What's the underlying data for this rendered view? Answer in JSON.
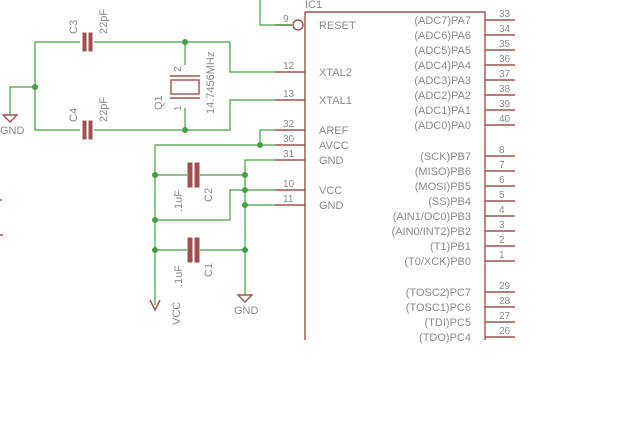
{
  "ic": {
    "name": "IC1",
    "left_pins": [
      {
        "num": "9",
        "name": "RESET"
      },
      {
        "num": "12",
        "name": "XTAL2"
      },
      {
        "num": "13",
        "name": "XTAL1"
      },
      {
        "num": "32",
        "name": "AREF"
      },
      {
        "num": "30",
        "name": "AVCC"
      },
      {
        "num": "31",
        "name": "GND"
      },
      {
        "num": "10",
        "name": "VCC"
      },
      {
        "num": "11",
        "name": "GND"
      }
    ],
    "right_pins": [
      {
        "num": "33",
        "name": "(ADC7)PA7"
      },
      {
        "num": "34",
        "name": "(ADC6)PA6"
      },
      {
        "num": "35",
        "name": "(ADC5)PA5"
      },
      {
        "num": "36",
        "name": "(ADC4)PA4"
      },
      {
        "num": "37",
        "name": "(ADC3)PA3"
      },
      {
        "num": "38",
        "name": "(ADC2)PA2"
      },
      {
        "num": "39",
        "name": "(ADC1)PA1"
      },
      {
        "num": "40",
        "name": "(ADC0)PA0"
      },
      {
        "num": "8",
        "name": "(SCK)PB7"
      },
      {
        "num": "7",
        "name": "(MISO)PB6"
      },
      {
        "num": "6",
        "name": "(MOSI)PB5"
      },
      {
        "num": "5",
        "name": "(SS)PB4"
      },
      {
        "num": "4",
        "name": "(AIN1/OC0)PB3"
      },
      {
        "num": "3",
        "name": "(AIN0/INT2)PB2"
      },
      {
        "num": "2",
        "name": "(T1)PB1"
      },
      {
        "num": "1",
        "name": "(T0/XCK)PB0"
      },
      {
        "num": "29",
        "name": "(TOSC2)PC7"
      },
      {
        "num": "28",
        "name": "(TOSC1)PC6"
      },
      {
        "num": "27",
        "name": "(TDI)PC5"
      },
      {
        "num": "26",
        "name": "(TDO)PC4"
      }
    ]
  },
  "crystal": {
    "name": "Q1",
    "value": "14.7456MHz",
    "pin1": "1",
    "pin2": "2"
  },
  "caps": {
    "c3": {
      "name": "C3",
      "value": "22pF"
    },
    "c4": {
      "name": "C4",
      "value": "22pF"
    },
    "c2": {
      "name": "C2",
      "value": ".1uF"
    },
    "c1": {
      "name": "C1",
      "value": ".1uF"
    }
  },
  "supplies": {
    "gnd_left": "GND",
    "gnd_bottom": "GND",
    "vcc_bottom": "VCC"
  },
  "colors": {
    "part": "#a05050",
    "wire": "#43a043",
    "text": "#8a8a8a"
  }
}
